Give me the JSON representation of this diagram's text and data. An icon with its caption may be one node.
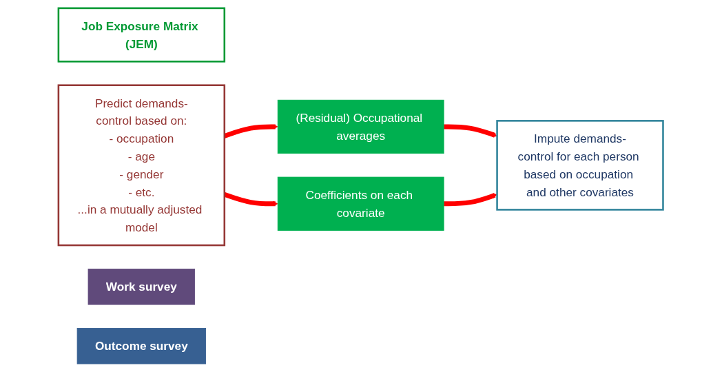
{
  "diagram": {
    "nodes": [
      {
        "text": [
          "Job Exposure Matrix (JEM)"
        ]
      },
      {
        "text": [
          "Predict demands-control based on:",
          "- occupation",
          "- age",
          "- gender",
          "- etc.",
          "...in a mutually adjusted model"
        ]
      },
      {
        "text": [
          "(Residual) Occupational averages"
        ]
      },
      {
        "text": [
          "Coefficients on each covariate"
        ]
      },
      {
        "text": [
          "Impute demands-control for each person based on occupation and other covariates"
        ]
      },
      {
        "text": [
          "Work survey"
        ]
      },
      {
        "text": [
          "Outcome survey"
        ]
      }
    ],
    "edges": [
      {
        "from": 1,
        "to": 2,
        "arrow": "to"
      },
      {
        "from": 1,
        "to": 3,
        "arrow": "to"
      },
      {
        "from": 2,
        "to": 4,
        "arrow": "to"
      },
      {
        "from": 3,
        "to": 4,
        "arrow": "to"
      }
    ]
  }
}
